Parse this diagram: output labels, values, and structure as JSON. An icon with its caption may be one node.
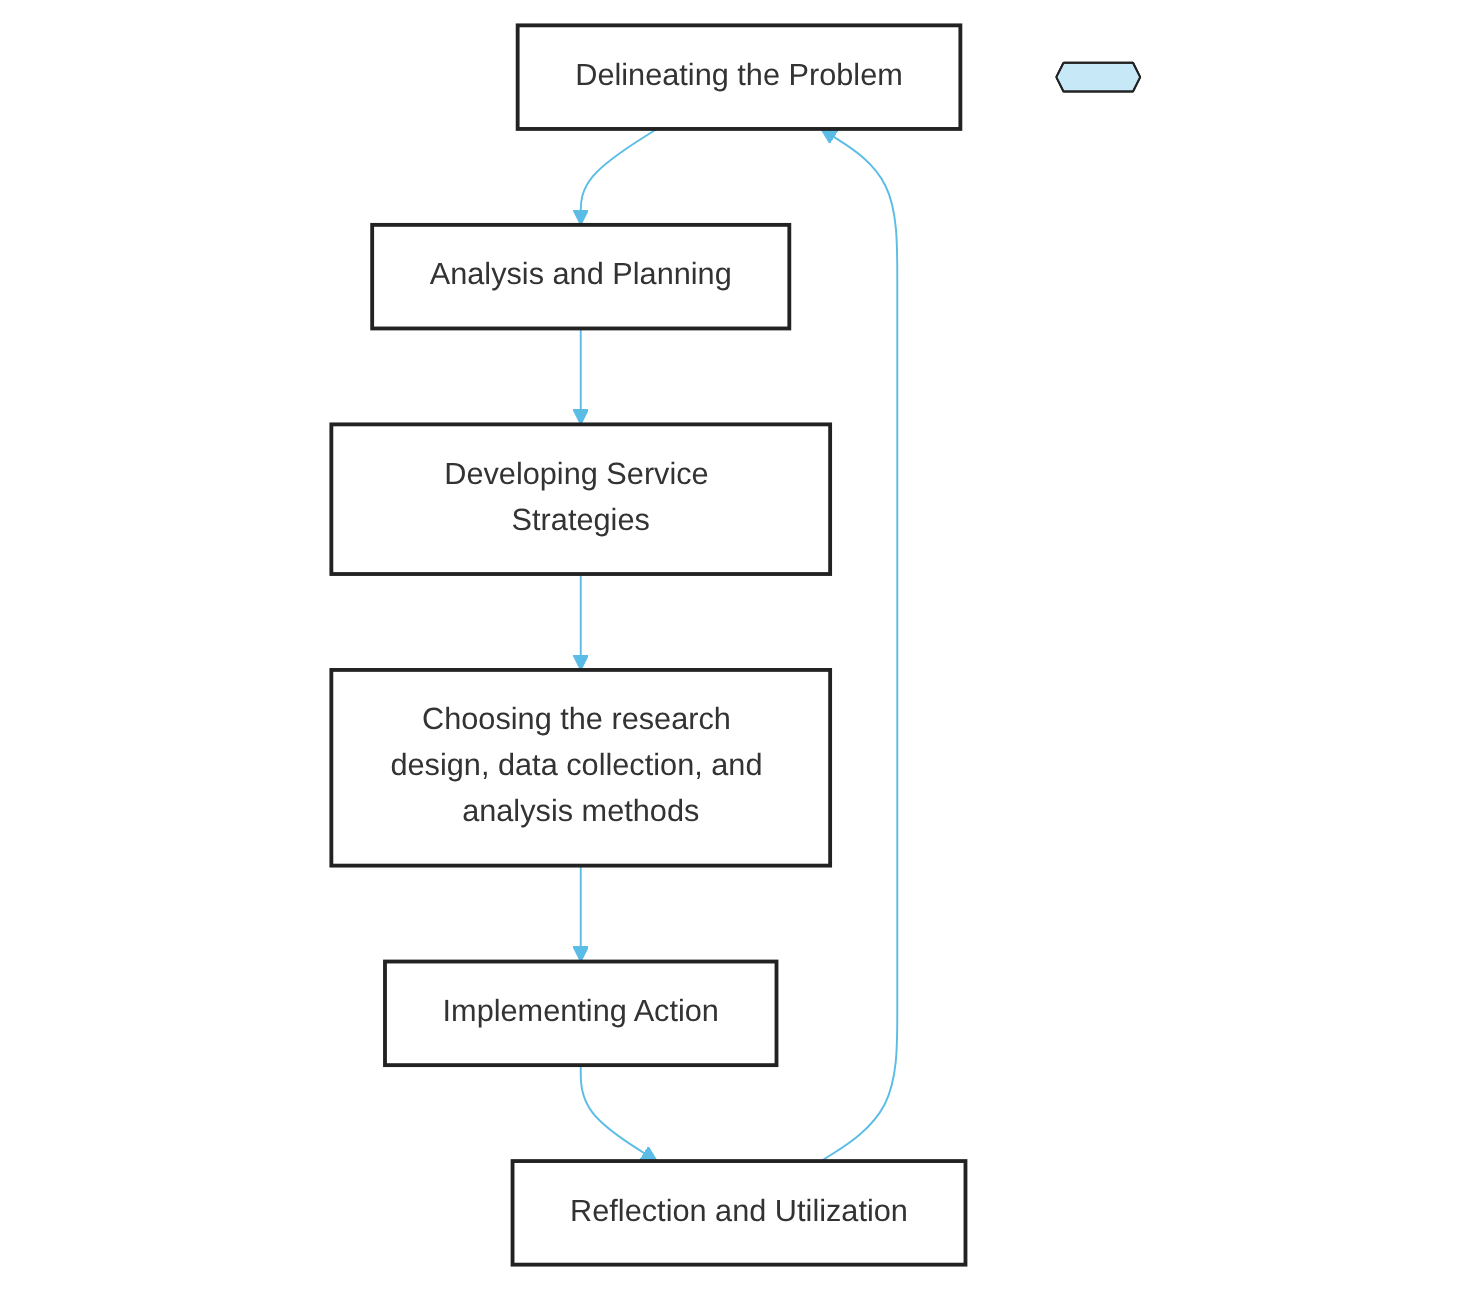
{
  "diagram": {
    "nodes": [
      {
        "text": [
          "Delineating the Problem"
        ]
      },
      {
        "text": [
          "Analysis and Planning"
        ]
      },
      {
        "text": [
          "Developing Service Strategies"
        ]
      },
      {
        "text": [
          "Choosing the research design, data collection, and analysis methods"
        ]
      },
      {
        "text": [
          "Implementing Action"
        ]
      },
      {
        "text": [
          "Reflection and Utilization"
        ]
      },
      {
        "text": [],
        "shape": "star"
      }
    ],
    "edges": [
      {
        "from": 0,
        "to": 1,
        "arrow": "to"
      },
      {
        "from": 1,
        "to": 2,
        "arrow": "to"
      },
      {
        "from": 2,
        "to": 3,
        "arrow": "to"
      },
      {
        "from": 3,
        "to": 4,
        "arrow": "to"
      },
      {
        "from": 4,
        "to": 5,
        "arrow": "to"
      },
      {
        "from": 5,
        "to": 0,
        "arrow": "to"
      }
    ]
  }
}
